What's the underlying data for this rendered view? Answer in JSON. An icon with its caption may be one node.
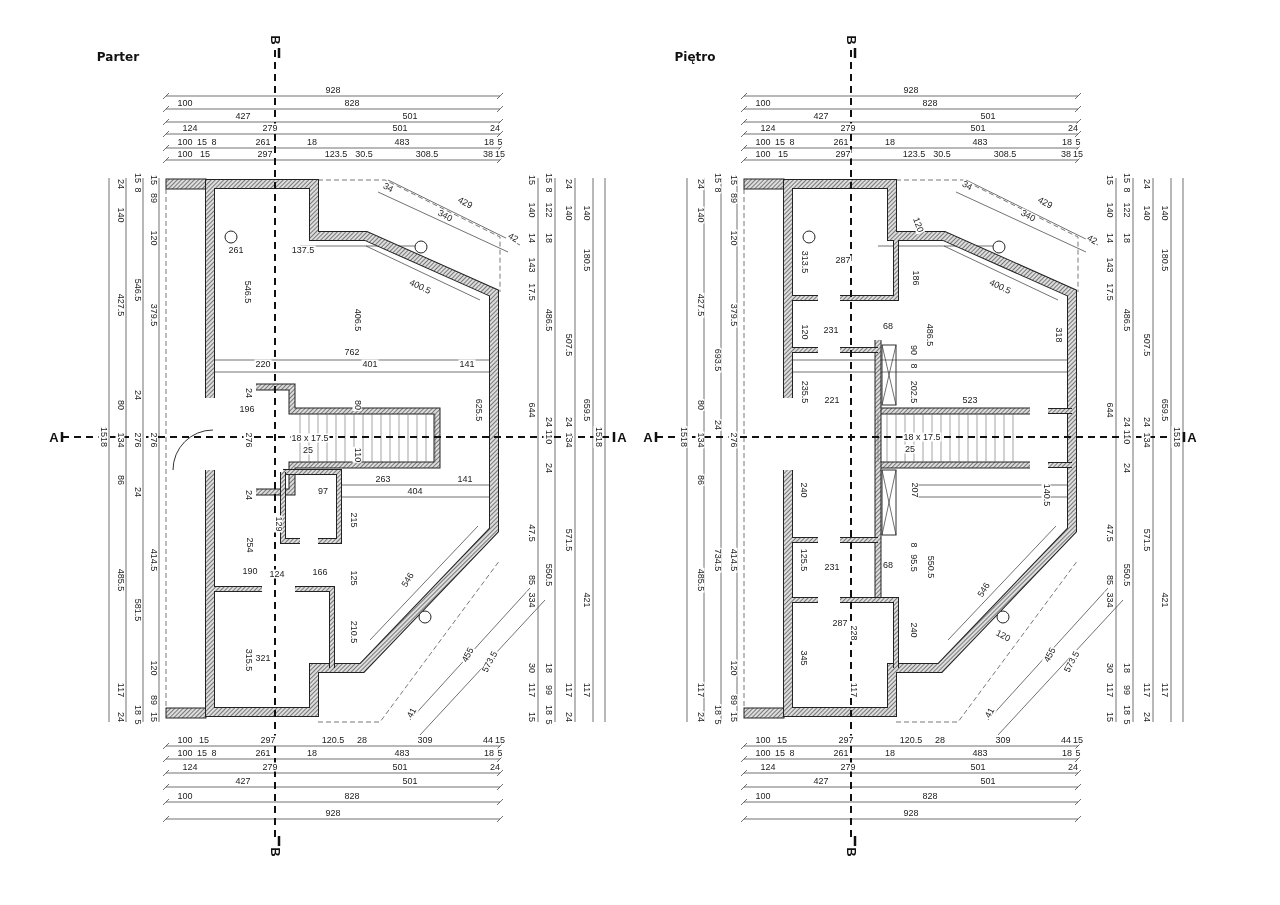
{
  "diagram": {
    "labels": [
      "Parter",
      "B",
      "Piętro",
      "B",
      "928",
      "100",
      "828",
      "427",
      "501",
      "124",
      "279",
      "501",
      "24",
      "100",
      "15",
      "8",
      "261",
      "18",
      "483",
      "18",
      "5",
      "100",
      "15",
      "297",
      "123.5",
      "30.5",
      "308.5",
      "38",
      "15",
      "1518",
      "24",
      "140",
      "427.5",
      "80",
      "134",
      "86",
      "485.5",
      "117",
      "24",
      "15",
      "8",
      "546.5",
      "24",
      "276",
      "24",
      "581.5",
      "18",
      "5",
      "15",
      "89",
      "120",
      "379.5",
      "276",
      "414.5",
      "120",
      "89",
      "15",
      "A",
      "A",
      "261",
      "137.5",
      "546.5",
      "406.5",
      "400.5",
      "762",
      "220",
      "401",
      "141",
      "24",
      "196",
      "80",
      "276",
      "110",
      "18 x 17.5",
      "25",
      "625.5",
      "263",
      "141",
      "97",
      "404",
      "24",
      "129",
      "215",
      "254",
      "190",
      "124",
      "166",
      "125",
      "546",
      "210.5",
      "315.5",
      "321",
      "34",
      "429",
      "340",
      "42",
      "455",
      "573.5",
      "41",
      "15",
      "140",
      "14",
      "143",
      "17.5",
      "644",
      "47.5",
      "85",
      "334",
      "30",
      "117",
      "15",
      "15",
      "8",
      "122",
      "18",
      "486.5",
      "24",
      "110",
      "24",
      "550.5",
      "18",
      "99",
      "18",
      "5",
      "24",
      "140",
      "507.5",
      "24",
      "134",
      "571.5",
      "117",
      "24",
      "140",
      "180.5",
      "659.5",
      "421",
      "117",
      "1518",
      "100",
      "15",
      "297",
      "120.5",
      "28",
      "309",
      "44",
      "15",
      "100",
      "15",
      "8",
      "261",
      "18",
      "483",
      "18",
      "5",
      "124",
      "279",
      "501",
      "24",
      "427",
      "501",
      "100",
      "828",
      "928",
      "928",
      "100",
      "828",
      "427",
      "501",
      "124",
      "279",
      "501",
      "24",
      "100",
      "15",
      "8",
      "261",
      "18",
      "483",
      "18",
      "5",
      "100",
      "15",
      "297",
      "123.5",
      "30.5",
      "308.5",
      "38",
      "15",
      "1518",
      "24",
      "140",
      "427.5",
      "80",
      "134",
      "86",
      "485.5",
      "117",
      "24",
      "15",
      "8",
      "693.5",
      "24",
      "734.5",
      "18",
      "5",
      "15",
      "89",
      "120",
      "379.5",
      "276",
      "414.5",
      "120",
      "89",
      "15",
      "A",
      "A",
      "34",
      "429",
      "340",
      "42",
      "120",
      "313.5",
      "287",
      "186",
      "400.5",
      "120",
      "231",
      "68",
      "90",
      "8",
      "486.5",
      "318",
      "235.5",
      "221",
      "202.5",
      "523",
      "18 x 17.5",
      "25",
      "240",
      "207",
      "140.5",
      "8",
      "125.5",
      "231",
      "68",
      "95.5",
      "550.5",
      "546",
      "287",
      "228",
      "240",
      "345",
      "117",
      "120",
      "455",
      "573.5",
      "41",
      "15",
      "140",
      "14",
      "143",
      "17.5",
      "644",
      "47.5",
      "85",
      "334",
      "30",
      "117",
      "15",
      "15",
      "8",
      "122",
      "18",
      "486.5",
      "24",
      "110",
      "24",
      "550.5",
      "18",
      "99",
      "18",
      "5",
      "24",
      "140",
      "507.5",
      "24",
      "134",
      "571.5",
      "117",
      "24",
      "140",
      "180.5",
      "659.5",
      "421",
      "117",
      "1518",
      "100",
      "15",
      "297",
      "120.5",
      "28",
      "309",
      "44",
      "15",
      "100",
      "15",
      "8",
      "261",
      "18",
      "483",
      "18",
      "5",
      "124",
      "279",
      "501",
      "24",
      "427",
      "501",
      "100",
      "828",
      "928",
      "B",
      "B"
    ]
  }
}
